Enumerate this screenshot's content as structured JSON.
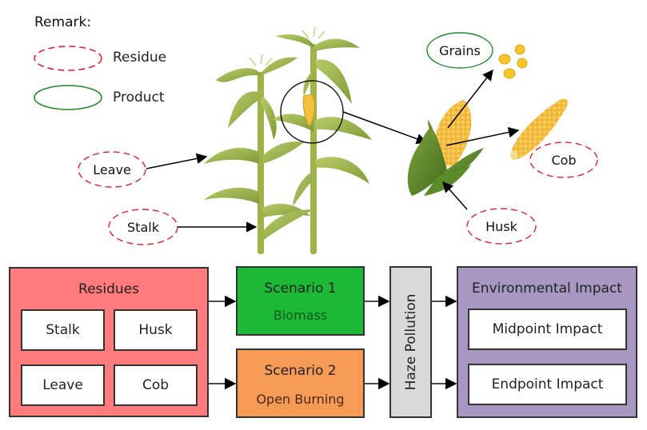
{
  "legend": {
    "title": "Remark:",
    "items": [
      {
        "label": "Residue",
        "style": "dashed",
        "color": "#e02030"
      },
      {
        "label": "Product",
        "style": "solid",
        "color": "#1f8a2a"
      }
    ]
  },
  "illustration": {
    "callouts": {
      "leave": "Leave",
      "stalk": "Stalk",
      "grains": "Grains",
      "cob": "Cob",
      "husk": "Husk"
    }
  },
  "flow": {
    "residues": {
      "title": "Residues",
      "items": [
        "Stalk",
        "Husk",
        "Leave",
        "Cob"
      ],
      "color": "#ff7b7e"
    },
    "scenario1": {
      "title": "Scenario 1",
      "subtitle": "Biomass",
      "color": "#1db936",
      "subtitle_color": "#0e5a1c"
    },
    "scenario2": {
      "title": "Scenario 2",
      "subtitle": "Open Burning",
      "color": "#f59b56",
      "subtitle_color": "#4a2a14"
    },
    "haze": {
      "label": "Haze Pollution",
      "color": "#d9d9d9"
    },
    "impact": {
      "title": "Environmental Impact",
      "items": [
        "Midpoint Impact",
        "Endpoint Impact"
      ],
      "color": "#a897c0"
    }
  }
}
